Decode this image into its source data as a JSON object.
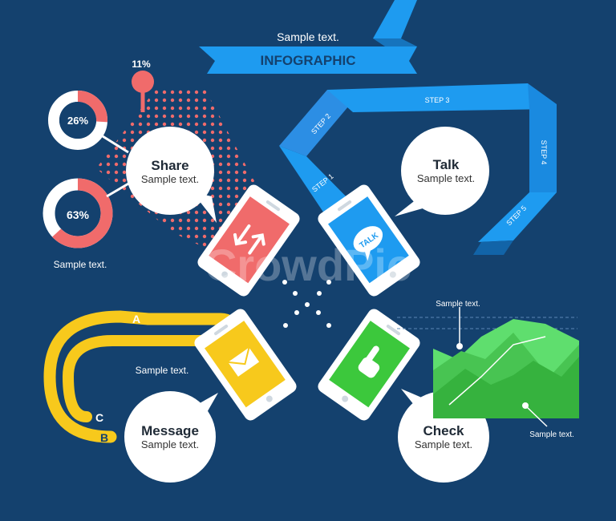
{
  "header": {
    "sample_text": "Sample text.",
    "title": "INFOGRAPHIC",
    "title_color": "#1e9bf0"
  },
  "donuts": [
    {
      "label": "26%",
      "percent": 26,
      "color": "#f06b6b"
    },
    {
      "label": "63%",
      "percent": 63,
      "color": "#f06b6b"
    }
  ],
  "pin": {
    "label": "11%"
  },
  "donut_caption": "Sample text.",
  "share": {
    "title": "Share",
    "subtitle": "Sample text."
  },
  "talk": {
    "title": "Talk",
    "subtitle": "Sample text."
  },
  "message": {
    "title": "Message",
    "subtitle": "Sample text."
  },
  "check": {
    "title": "Check",
    "subtitle": "Sample text."
  },
  "steps": [
    "STEP 1",
    "STEP 2",
    "STEP 3",
    "STEP 4",
    "STEP 5"
  ],
  "talk_badge": "TALK",
  "routes": {
    "a": "A",
    "b": "B",
    "c": "C",
    "caption": "Sample text."
  },
  "mountain": {
    "caption_top": "Sample text.",
    "caption_bottom": "Sample text."
  },
  "watermark": "CrowdPic",
  "colors": {
    "background": "#14416e",
    "red": "#f06b6b",
    "blue": "#1e9bf0",
    "yellow": "#f7c91c",
    "green": "#3cc83c"
  }
}
